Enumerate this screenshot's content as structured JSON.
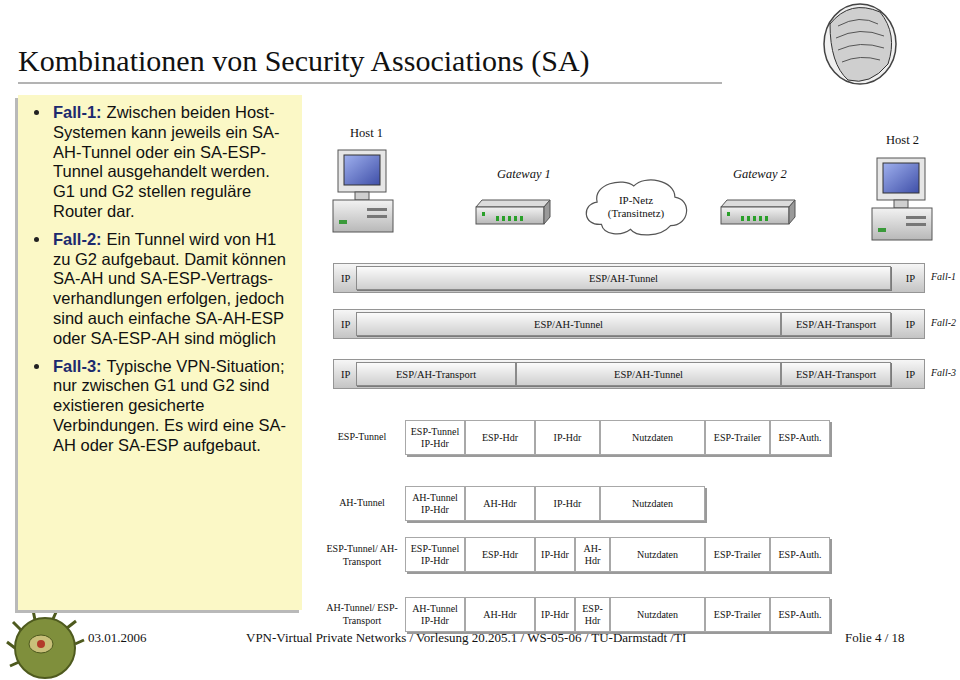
{
  "diagram": {
    "title": "Kombinationen von Security Associations (SA)",
    "nodes": [
      {
        "text": [
          "Fall-1:",
          "Zwischen beiden Host-Systemen kann jeweils ein SA-AH-Tunnel oder ein SA-ESP-Tunnel ausgehandelt werden. G1 und G2 stellen reguläre Router dar.",
          "Fall-2:",
          "Ein Tunnel wird von H1 zu G2 aufgebaut. Damit können SA-AH und SA-ESP-Vertrags-verhandlungen erfolgen, jedoch sind auch einfache SA-AH-ESP oder SA-ESP-AH sind möglich",
          "Fall-3:",
          "Typische VPN-Situation; nur zwischen G1 und G2 sind existieren gesicherte Verbindungen. Es wird eine SA-AH oder SA-ESP aufgebaut."
        ]
      },
      {
        "text": [
          "IP-Netz (Transitnetz)"
        ]
      },
      {
        "text": [
          "IP",
          "IP"
        ]
      },
      {
        "text": [
          "ESP/AH-Tunnel"
        ],
        "in": 2
      },
      {
        "text": [
          "IP",
          "IP"
        ]
      },
      {
        "text": [
          "ESP/AH-Tunnel"
        ],
        "in": 4
      },
      {
        "text": [
          "ESP/AH-Transport"
        ],
        "in": 4
      },
      {
        "text": [
          "IP",
          "IP"
        ]
      },
      {
        "text": [
          "ESP/AH-Transport"
        ],
        "in": 7
      },
      {
        "text": [
          "ESP/AH-Tunnel"
        ],
        "in": 7
      },
      {
        "text": [
          "ESP/AH-Transport"
        ],
        "in": 7
      },
      {
        "text": [
          "ESP-Tunnel IP-Hdr"
        ]
      },
      {
        "text": [
          "ESP-Hdr"
        ]
      },
      {
        "text": [
          "IP-Hdr"
        ]
      },
      {
        "text": [
          "Nutzdaten"
        ]
      },
      {
        "text": [
          "ESP-Trailer"
        ]
      },
      {
        "text": [
          "ESP-Auth."
        ]
      },
      {
        "text": [
          "AH-Tunnel IP-Hdr"
        ]
      },
      {
        "text": [
          "AH-Hdr"
        ]
      },
      {
        "text": [
          "IP-Hdr"
        ]
      },
      {
        "text": [
          "Nutzdaten"
        ]
      },
      {
        "text": [
          "ESP-Tunnel IP-Hdr"
        ]
      },
      {
        "text": [
          "ESP-Hdr"
        ]
      },
      {
        "text": [
          "IP-Hdr"
        ]
      },
      {
        "text": [
          "AH-Hdr"
        ]
      },
      {
        "text": [
          "Nutzdaten"
        ]
      },
      {
        "text": [
          "ESP-Trailer"
        ]
      },
      {
        "text": [
          "ESP-Auth."
        ]
      },
      {
        "text": [
          "AH-Tunnel IP-Hdr"
        ]
      },
      {
        "text": [
          "AH-Hdr"
        ]
      },
      {
        "text": [
          "IP-Hdr"
        ]
      },
      {
        "text": [
          "ESP-Hdr"
        ]
      },
      {
        "text": [
          "Nutzdaten"
        ]
      },
      {
        "text": [
          "ESP-Trailer"
        ]
      },
      {
        "text": [
          "ESP-Auth."
        ]
      }
    ],
    "labels": [
      "Host 1",
      "Gateway 1",
      "Gateway 2",
      "Host 2",
      "Fall-1",
      "Fall-2",
      "Fall-3",
      "ESP-Tunnel",
      "AH-Tunnel",
      "ESP-Tunnel/ AH-Transport",
      "AH-Tunnel/ ESP-Transport",
      "03.01.2006",
      "VPN-Virtual Private Networks / Vorlesung 20.205.1 / WS-05-06 / TU-Darmstadt /TI",
      "Folie 4 / 18"
    ]
  }
}
